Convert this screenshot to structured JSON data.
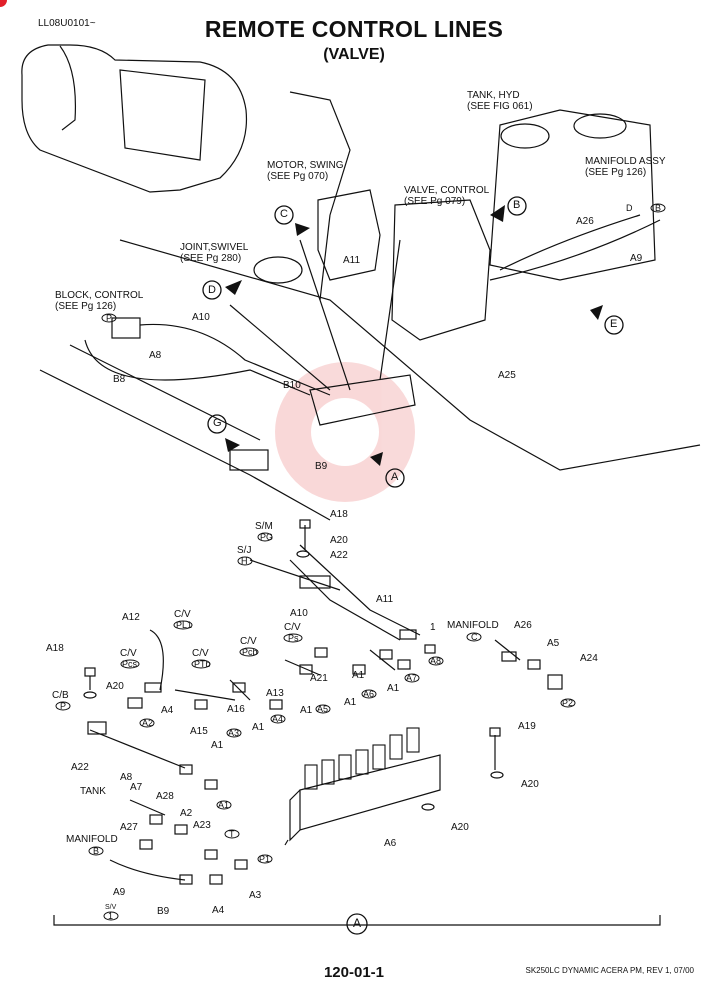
{
  "header": {
    "code": "LL08U0101~",
    "title": "REMOTE CONTROL LINES",
    "subtitle": "(VALVE)"
  },
  "callouts_top": {
    "tank": "TANK, HYD",
    "tank_ref": "(SEE FIG 061)",
    "motor": "MOTOR, SWING",
    "motor_ref": "(SEE Pg  070)",
    "valve": "VALVE, CONTROL",
    "valve_ref": "(SEE Pg  079)",
    "manifold_assy": "MANIFOLD ASSY",
    "manifold_ref": "(SEE Pg  126)",
    "joint": "JOINT,SWIVEL",
    "joint_ref": "(SEE Pg  280)",
    "block": "BLOCK, CONTROL",
    "block_ref": "(SEE Pg  126)"
  },
  "view_letters": [
    "A",
    "B",
    "C",
    "D",
    "E",
    "G"
  ],
  "parts_top": {
    "A8": "A8",
    "A9": "A9",
    "A10": "A10",
    "A11": "A11",
    "A25": "A25",
    "A26": "A26",
    "B8": "B8",
    "B9": "B9",
    "B10": "B10",
    "P": "P",
    "B": "B",
    "D": "D"
  },
  "parts_bottom": {
    "A1": "A1",
    "A2": "A2",
    "A3": "A3",
    "A4": "A4",
    "A5": "A5",
    "A6": "A6",
    "A7": "A7",
    "A8": "A8",
    "A9": "A9",
    "A10": "A10",
    "A11": "A11",
    "A12": "A12",
    "A13": "A13",
    "A15": "A15",
    "A16": "A16",
    "A18": "A18",
    "A19": "A19",
    "A20": "A20",
    "A21": "A21",
    "A22": "A22",
    "A23": "A23",
    "A24": "A24",
    "A26": "A26",
    "A27": "A27",
    "A28": "A28",
    "B9": "B9",
    "one": "1"
  },
  "port_labels": {
    "sm": "S/M",
    "sj": "S/J",
    "cv": "C/V",
    "cb": "C/B",
    "tank": "TANK",
    "manifold": "MANIFOLD",
    "sv": "S/V",
    "PG": "PG",
    "H": "H",
    "PL1": "PL1",
    "Pcs": "Pcs",
    "PTb": "PTb",
    "Pcb": "Pcb",
    "Ps": "Ps",
    "C": "C",
    "P2": "P2",
    "T": "T",
    "P1": "P1",
    "Bport": "B",
    "Pport": "P",
    "one": "1",
    "a1": "A1",
    "a2": "A2",
    "a3": "A3",
    "a4": "A4",
    "a5": "A5",
    "a6": "A6",
    "a7": "A7",
    "a8": "A8"
  },
  "section_marker": "A",
  "footer": {
    "page": "120-01-1",
    "doc": "SK250LC DYNAMIC ACERA PM, REV 1, 07/00"
  }
}
